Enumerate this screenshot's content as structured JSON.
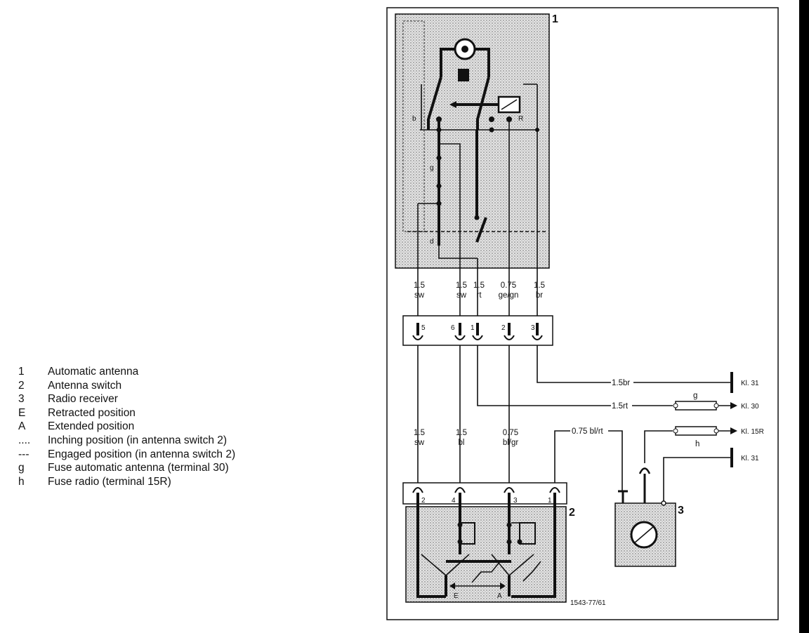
{
  "legend": [
    {
      "key": "1",
      "text": "Automatic antenna"
    },
    {
      "key": "2",
      "text": "Antenna switch"
    },
    {
      "key": "3",
      "text": "Radio receiver"
    },
    {
      "key": "E",
      "text": "Retracted position"
    },
    {
      "key": "A",
      "text": "Extended position"
    },
    {
      "key": "....",
      "text": "Inching position (in antenna switch 2)"
    },
    {
      "key": "---",
      "text": "Engaged position (in antenna switch 2)"
    },
    {
      "key": "g",
      "text": "Fuse automatic antenna (terminal 30)"
    },
    {
      "key": "h",
      "text": "Fuse radio (terminal 15R)"
    }
  ],
  "diagram": {
    "component_numbers": {
      "antenna": "1",
      "switch": "2",
      "radio": "3"
    },
    "upper_wires": [
      {
        "size": "1.5",
        "color": "sw"
      },
      {
        "size": "1.5",
        "color": "sw"
      },
      {
        "size": "1.5",
        "color": "rt"
      },
      {
        "size": "0.75",
        "color": "ge/gn"
      },
      {
        "size": "1.5",
        "color": "br"
      }
    ],
    "connector_pins": [
      "5",
      "6",
      "1",
      "2",
      "3"
    ],
    "lower_wires": [
      {
        "size": "1.5",
        "color": "sw"
      },
      {
        "size": "1.5",
        "color": "bl"
      },
      {
        "size": "0.75",
        "color": "bl/gr"
      }
    ],
    "switch_pins": [
      "2",
      "4",
      "3",
      "1"
    ],
    "right_wires": {
      "br": "1.5br",
      "rt": "1.5rt",
      "blrt": "0.75 bl/rt"
    },
    "terminals": {
      "kl31a": "Kl. 31",
      "kl30": "Kl. 30",
      "kl15r": "Kl. 15R",
      "kl31b": "Kl. 31"
    },
    "fuse_labels": {
      "g": "g",
      "h": "h"
    },
    "internal_labels": {
      "r": "R",
      "b": "b",
      "g": "g",
      "d": "d",
      "e": "E",
      "a": "A"
    },
    "code": "1543-77/61"
  }
}
